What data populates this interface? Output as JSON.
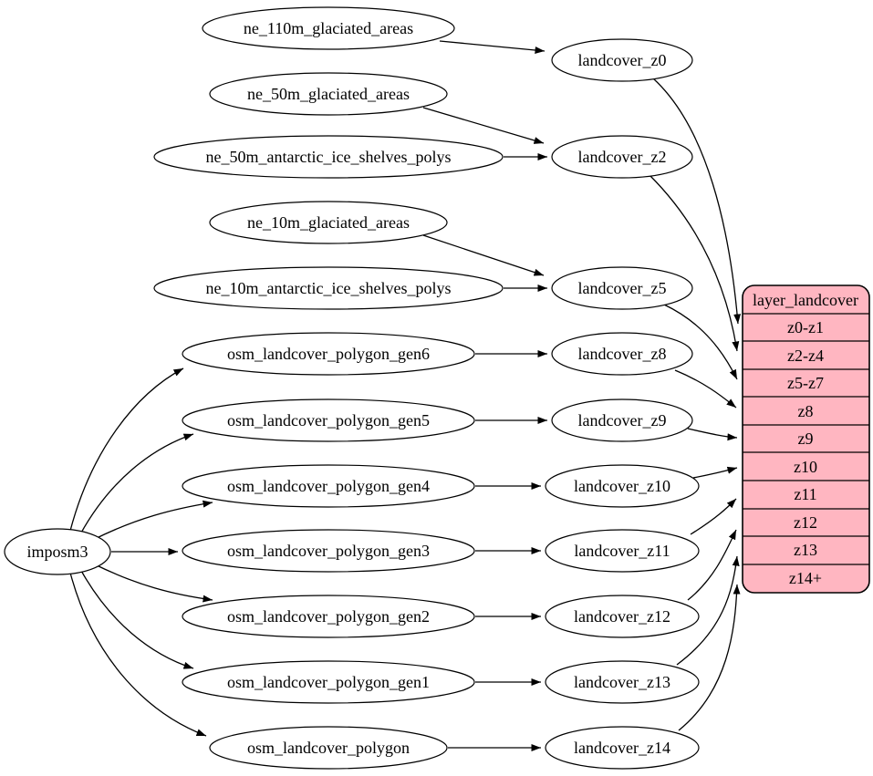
{
  "sources": [
    "ne_110m_glaciated_areas",
    "ne_50m_glaciated_areas",
    "ne_50m_antarctic_ice_shelves_polys",
    "ne_10m_glaciated_areas",
    "ne_10m_antarctic_ice_shelves_polys",
    "osm_landcover_polygon_gen6",
    "osm_landcover_polygon_gen5",
    "osm_landcover_polygon_gen4",
    "osm_landcover_polygon_gen3",
    "osm_landcover_polygon_gen2",
    "osm_landcover_polygon_gen1",
    "osm_landcover_polygon"
  ],
  "importer": "imposm3",
  "generalized_tables": [
    "landcover_z0",
    "landcover_z2",
    "landcover_z5",
    "landcover_z8",
    "landcover_z9",
    "landcover_z10",
    "landcover_z11",
    "landcover_z12",
    "landcover_z13",
    "landcover_z14"
  ],
  "layer_table": {
    "title": "layer_landcover",
    "rows": [
      "z0-z1",
      "z2-z4",
      "z5-z7",
      "z8",
      "z9",
      "z10",
      "z11",
      "z12",
      "z13",
      "z14+"
    ]
  },
  "edges": [
    {
      "from": "imposm3",
      "to": "osm_landcover_polygon_gen6"
    },
    {
      "from": "imposm3",
      "to": "osm_landcover_polygon_gen5"
    },
    {
      "from": "imposm3",
      "to": "osm_landcover_polygon_gen4"
    },
    {
      "from": "imposm3",
      "to": "osm_landcover_polygon_gen3"
    },
    {
      "from": "imposm3",
      "to": "osm_landcover_polygon_gen2"
    },
    {
      "from": "imposm3",
      "to": "osm_landcover_polygon_gen1"
    },
    {
      "from": "imposm3",
      "to": "osm_landcover_polygon"
    },
    {
      "from": "ne_110m_glaciated_areas",
      "to": "landcover_z0"
    },
    {
      "from": "ne_50m_glaciated_areas",
      "to": "landcover_z2"
    },
    {
      "from": "ne_50m_antarctic_ice_shelves_polys",
      "to": "landcover_z2"
    },
    {
      "from": "ne_10m_glaciated_areas",
      "to": "landcover_z5"
    },
    {
      "from": "ne_10m_antarctic_ice_shelves_polys",
      "to": "landcover_z5"
    },
    {
      "from": "osm_landcover_polygon_gen6",
      "to": "landcover_z8"
    },
    {
      "from": "osm_landcover_polygon_gen5",
      "to": "landcover_z9"
    },
    {
      "from": "osm_landcover_polygon_gen4",
      "to": "landcover_z10"
    },
    {
      "from": "osm_landcover_polygon_gen3",
      "to": "landcover_z11"
    },
    {
      "from": "osm_landcover_polygon_gen2",
      "to": "landcover_z12"
    },
    {
      "from": "osm_landcover_polygon_gen1",
      "to": "landcover_z13"
    },
    {
      "from": "osm_landcover_polygon",
      "to": "landcover_z14"
    },
    {
      "from": "landcover_z0",
      "to": "layer_landcover.z0-z1"
    },
    {
      "from": "landcover_z2",
      "to": "layer_landcover.z2-z4"
    },
    {
      "from": "landcover_z5",
      "to": "layer_landcover.z5-z7"
    },
    {
      "from": "landcover_z8",
      "to": "layer_landcover.z8"
    },
    {
      "from": "landcover_z9",
      "to": "layer_landcover.z9"
    },
    {
      "from": "landcover_z10",
      "to": "layer_landcover.z10"
    },
    {
      "from": "landcover_z11",
      "to": "layer_landcover.z11"
    },
    {
      "from": "landcover_z12",
      "to": "layer_landcover.z12"
    },
    {
      "from": "landcover_z13",
      "to": "layer_landcover.z13"
    },
    {
      "from": "landcover_z14",
      "to": "layer_landcover.z14+"
    }
  ],
  "colors": {
    "node_fill": "#ffffff",
    "node_stroke": "#000000",
    "edge": "#000000",
    "table_fill": "#ffb6c1",
    "table_stroke": "#000000",
    "text": "#000000",
    "background": "#ffffff"
  }
}
